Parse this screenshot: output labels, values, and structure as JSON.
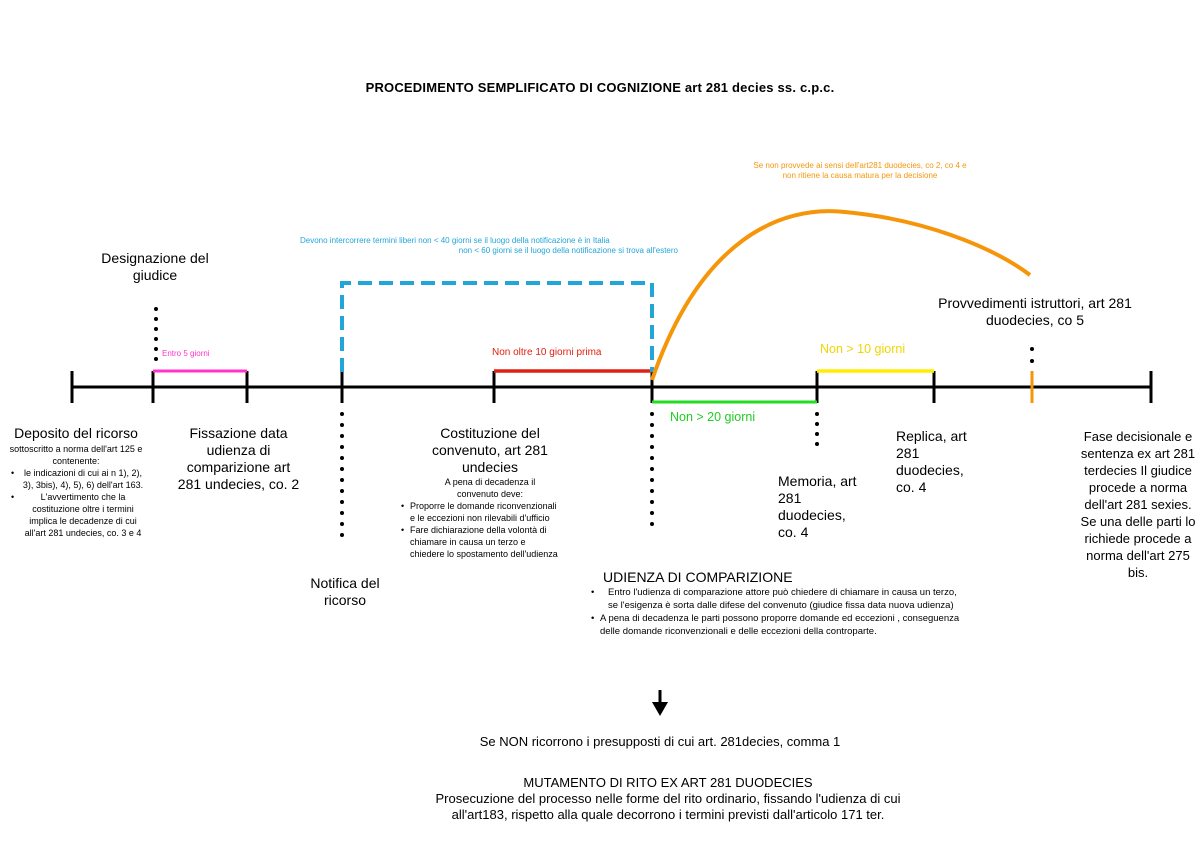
{
  "title": "PROCEDIMENTO SEMPLIFICATO DI COGNIZIONE art 281 decies ss. c.p.c.",
  "colors": {
    "timeline": "#000000",
    "magenta": "#ff33cc",
    "cyan": "#22a6d8",
    "red": "#e02010",
    "green": "#22dd22",
    "yellow": "#ffee00",
    "orange": "#f5960a"
  },
  "designazione": "Designazione del giudice",
  "entro5": "Entro 5 giorni",
  "cyan_note_line1": "Devono intercorrere termini liberi non < 40 giorni se il luogo della notificazione è in Italia",
  "cyan_note_line2": "non < 60 giorni se il luogo della notificazione si trova all'estero",
  "non_oltre_10": "Non oltre 10 giorni prima",
  "arc_note_line1": "Se non provvede ai sensi dell'art281 duodecies, co 2, co 4 e",
  "arc_note_line2": "non ritiene la causa matura per la decisione",
  "non_gt_10": "Non > 10 giorni",
  "non_gt_20": "Non > 20 giorni",
  "provvedimenti": "Provvedimenti istruttori, art 281 duodecies, co 5",
  "deposito": {
    "title": "Deposito del ricorso",
    "intro": "sottoscritto a norma dell'art 125 e contenente:",
    "bullets": [
      "le indicazioni di cui ai n 1), 2), 3), 3bis), 4), 5), 6) dell'art 163.",
      "L'avvertimento che la costituzione oltre i termini implica le decadenze di cui all'art 281 undecies, co. 3 e 4"
    ]
  },
  "fissazione": "Fissazione data udienza di comparizione art  281 undecies, co. 2",
  "notifica": "Notifica del ricorso",
  "costituzione": {
    "title": "Costituzione del convenuto, art 281 undecies",
    "intro": "A pena di decadenza il convenuto deve:",
    "bullets": [
      "Proporre le domande riconvenzionali e le eccezioni non rilevabili d'ufficio",
      "Fare dichiarazione della volontà di chiamare in causa un terzo e chiedere lo spostamento dell'udienza"
    ]
  },
  "memoria": "Memoria, art 281 duodecies, co. 4",
  "replica": "Replica, art 281 duodecies, co. 4",
  "fase": "Fase decisionale e sentenza ex art 281 terdecies Il giudice procede a norma dell'art 281 sexies. Se una delle parti lo richiede procede a norma dell'art 275 bis.",
  "udienza": {
    "title": "UDIENZA DI COMPARIZIONE",
    "bullets": [
      "Entro l'udienza di comparazione attore può chiedere di chiamare in causa un terzo, se l'esigenza è sorta dalle difese del convenuto (giudice fissa data nuova udienza)",
      "A pena di decadenza le parti possono proporre domande ed eccezioni , conseguenza delle domande riconvenzionali  e delle eccezioni della controparte."
    ]
  },
  "se_non": "Se NON ricorrono i presupposti di cui art. 281decies, comma 1",
  "mutamento": "MUTAMENTO DI RITO EX ART  281 DUODECIES",
  "prosecuzione_line1": "Prosecuzione del processo nelle forme del rito ordinario, fissando l'udienza di cui",
  "prosecuzione_line2": "all'art183, rispetto alla quale decorrono i termini previsti dall'articolo 171 ter."
}
